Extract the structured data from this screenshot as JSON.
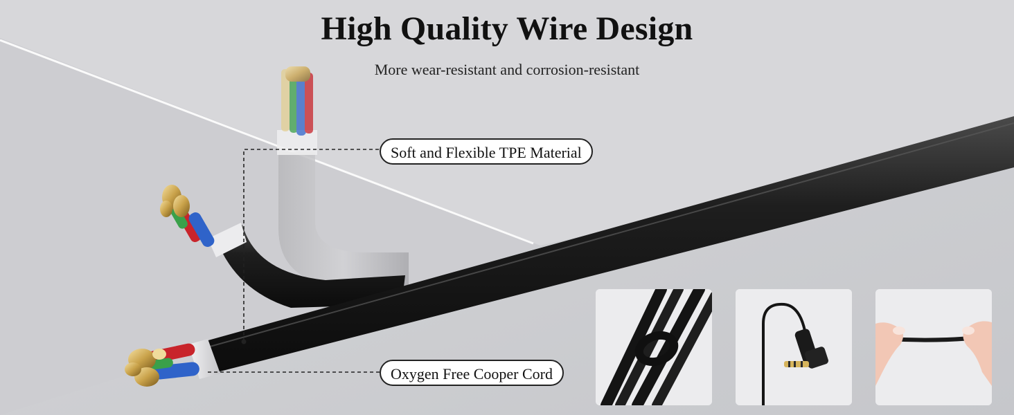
{
  "header": {
    "title": "High Quality Wire Design",
    "subtitle": "More wear-resistant and corrosion-resistant"
  },
  "callouts": {
    "tpe_material": "Soft and Flexible TPE Material",
    "copper_cord": "Oxygen Free Cooper Cord"
  },
  "colors": {
    "cable_black": "#1b1b1b",
    "jacket_white": "#e8e8e8",
    "wire_red": "#c8242b",
    "wire_blue": "#2f63c9",
    "wire_green": "#3aa04a",
    "copper_gold": "#c9a24a"
  }
}
